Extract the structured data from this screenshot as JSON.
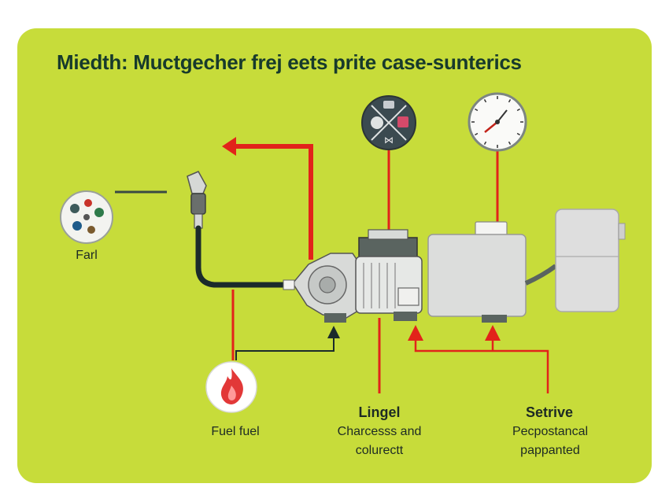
{
  "title": "Miedth: Muctgecher frej eets prite case-sunterics",
  "labels": {
    "left_icon": "Farl",
    "flame": "Fuel fuel",
    "center_heading": "Lingel",
    "center_line1": "Charcesss and",
    "center_line2": "colurectt",
    "right_heading": "Setrive",
    "right_line1": "Pecpostancal",
    "right_line2": "pappanted"
  },
  "icons": [
    "coin-icon",
    "control-icon",
    "gauge-icon",
    "flame-icon",
    "fuel-nozzle-icon",
    "pump-motor-icon",
    "tank-icon"
  ],
  "colors": {
    "background": "#c7dc3a",
    "arrow": "#e2231a",
    "hose": "#1b2b2b",
    "text": "#1d2a24",
    "title": "#173a2c",
    "machine": "#d8dad8"
  }
}
